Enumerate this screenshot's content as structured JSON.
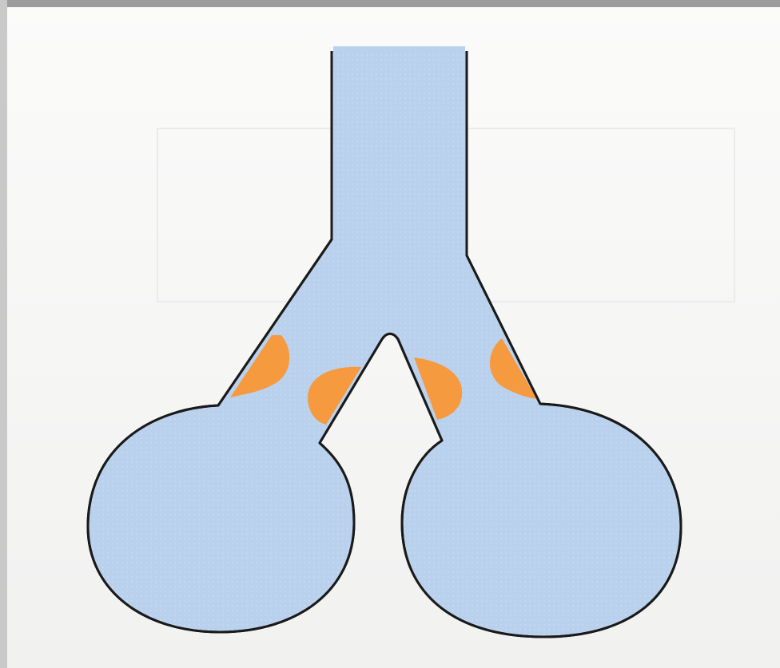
{
  "diagram": {
    "colors": {
      "fill": "#b8d0ec",
      "outline": "#1a1a1a",
      "highlight": "#f59a3e",
      "background": "#f7f7f6"
    },
    "regions": [
      {
        "name": "trunk"
      },
      {
        "name": "left-branch"
      },
      {
        "name": "right-branch"
      },
      {
        "name": "left-bulb"
      },
      {
        "name": "right-bulb"
      }
    ],
    "highlighted_patches": 4
  }
}
